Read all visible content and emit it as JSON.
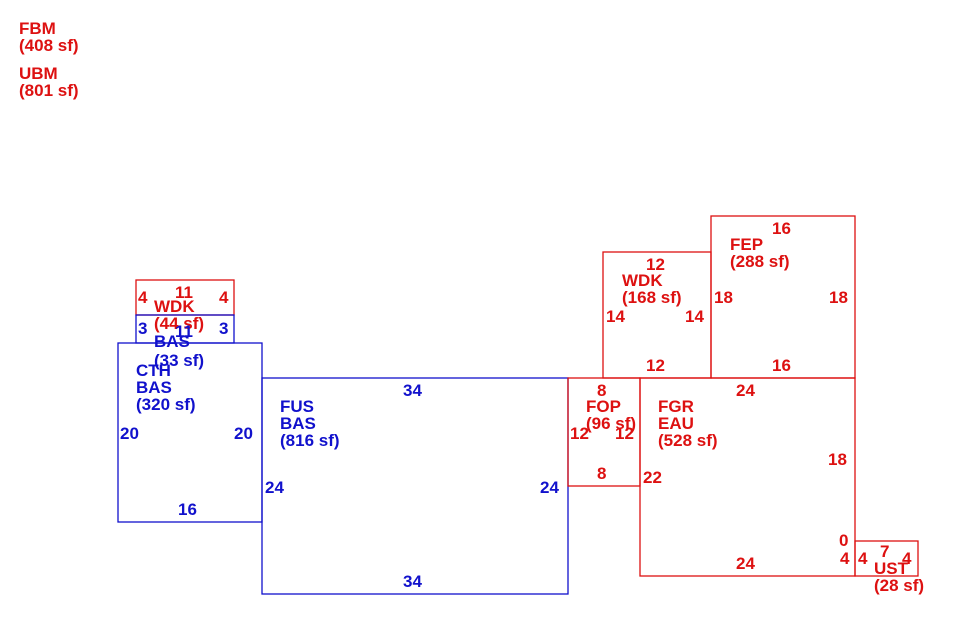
{
  "colors": {
    "addition": "#dd1111",
    "base": "#1111cc"
  },
  "legend": [
    {
      "code": "FBM",
      "area": "(408 sf)"
    },
    {
      "code": "UBM",
      "area": "(801 sf)"
    }
  ],
  "areas": {
    "wdk_small": {
      "code": "WDK",
      "area": "(44 sf)",
      "dims": [
        "11",
        "4",
        "4"
      ]
    },
    "bas_small": {
      "code": "BAS",
      "area": "(33 sf)",
      "dims": [
        "11",
        "3",
        "3"
      ]
    },
    "cth": {
      "codes": [
        "CTH",
        "BAS"
      ],
      "area": "(320 sf)",
      "dims": [
        "20",
        "20",
        "16"
      ]
    },
    "fus": {
      "codes": [
        "FUS",
        "BAS"
      ],
      "area": "(816 sf)",
      "dims": [
        "34",
        "24",
        "24",
        "34"
      ]
    },
    "fop": {
      "code": "FOP",
      "area": "(96 sf)",
      "dims": [
        "8",
        "12",
        "12",
        "8"
      ]
    },
    "wdk_large": {
      "code": "WDK",
      "area": "(168 sf)",
      "dims": [
        "12",
        "14",
        "14",
        "12"
      ]
    },
    "fep": {
      "code": "FEP",
      "area": "(288 sf)",
      "dims": [
        "16",
        "18",
        "18",
        "16"
      ]
    },
    "fgr": {
      "codes": [
        "FGR",
        "EAU"
      ],
      "area": "(528 sf)",
      "dims": [
        "24",
        "18",
        "22",
        "24",
        "0"
      ]
    },
    "ust": {
      "code": "UST",
      "area": "(28 sf)",
      "dims": [
        "4",
        "4",
        "7",
        "4"
      ]
    }
  }
}
